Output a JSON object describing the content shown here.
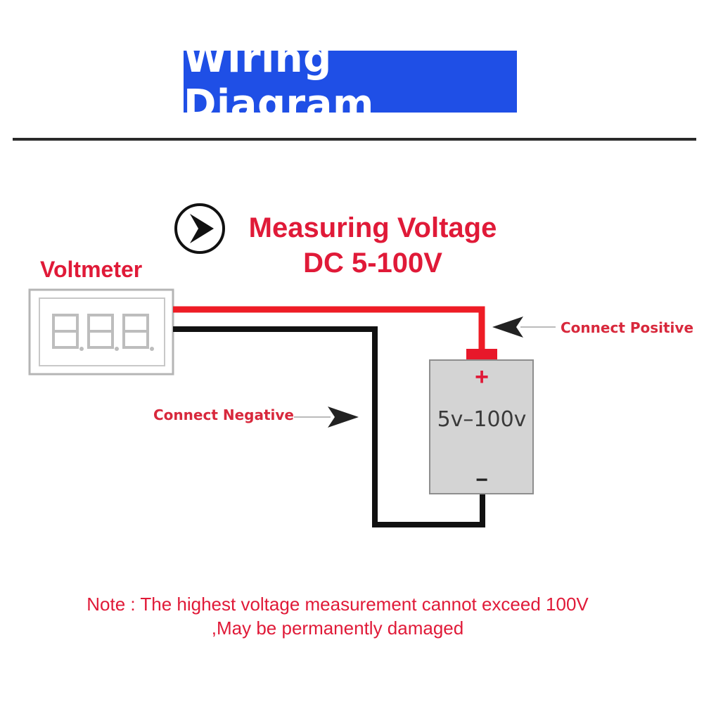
{
  "header": {
    "title": "Wiring Diagram"
  },
  "heading": {
    "line1": "Measuring Voltage",
    "line2": "DC 5-100V"
  },
  "voltmeter": {
    "label": "Voltmeter",
    "display": "8.8.8."
  },
  "source": {
    "plus": "+",
    "minus": "−",
    "range": "5v–100v"
  },
  "labels": {
    "connect_positive": "Connect Positive",
    "connect_negative": "Connect Negative"
  },
  "note": {
    "line1": "Note : The highest voltage measurement cannot exceed 100V",
    "line2": ",May be permanently damaged"
  },
  "colors": {
    "title_bg": "#1f4fe6",
    "accent_red": "#e01a38",
    "wire_red": "#ee1c25",
    "wire_black": "#111111",
    "battery": "#d4d4d4"
  }
}
